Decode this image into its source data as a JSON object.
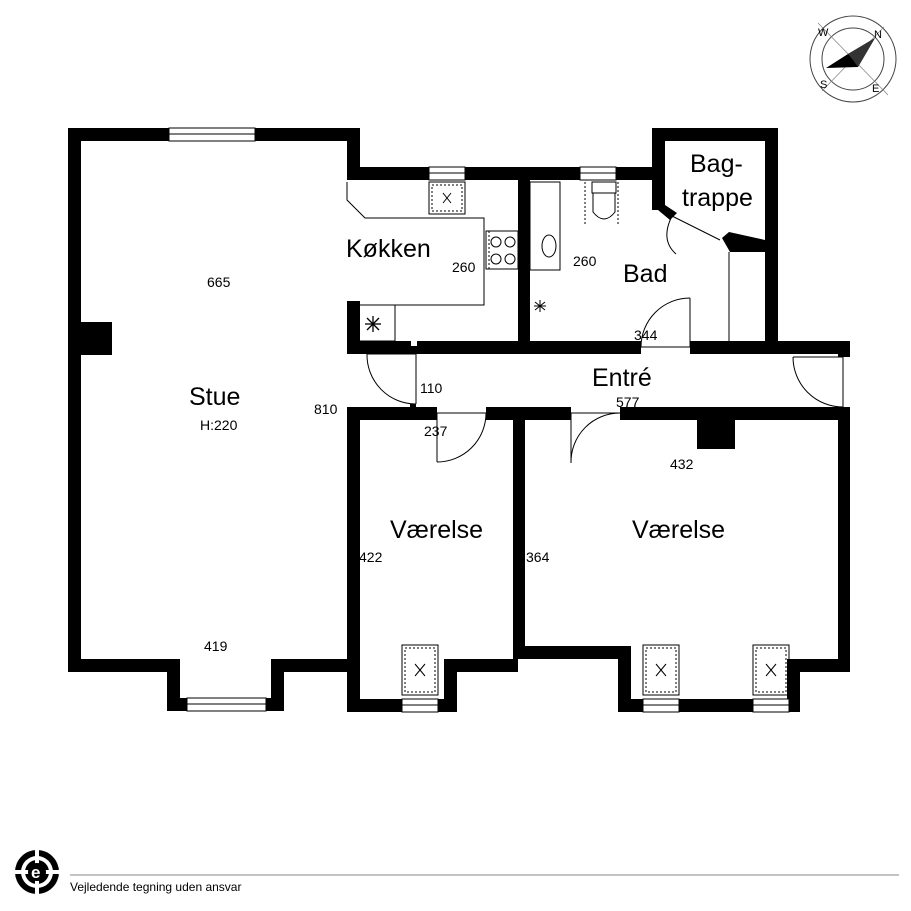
{
  "rooms": {
    "stue": {
      "label": "Stue",
      "height_label": "H:220"
    },
    "kokken": {
      "label": "Køkken"
    },
    "bad": {
      "label": "Bad"
    },
    "bagtrappe": {
      "label_line1": "Bag-",
      "label_line2": "trappe"
    },
    "entre": {
      "label": "Entré"
    },
    "vaerelse_left": {
      "label": "Værelse"
    },
    "vaerelse_right": {
      "label": "Værelse"
    }
  },
  "dimensions": {
    "stue_top": "665",
    "stue_bottom": "419",
    "stue_side": "810",
    "kokken": "260",
    "bad": "260",
    "bad_bottom": "344",
    "entre_left": "110",
    "entre_main": "577",
    "vaerelse_left_door": "237",
    "vaerelse_left_side": "422",
    "vaerelse_right_side": "364",
    "vaerelse_right_top": "432"
  },
  "compass": {
    "n": "N",
    "e": "E",
    "s": "S",
    "w": "W"
  },
  "footer": {
    "disclaimer": "Vejledende tegning uden ansvar",
    "logo_letter": "e"
  }
}
